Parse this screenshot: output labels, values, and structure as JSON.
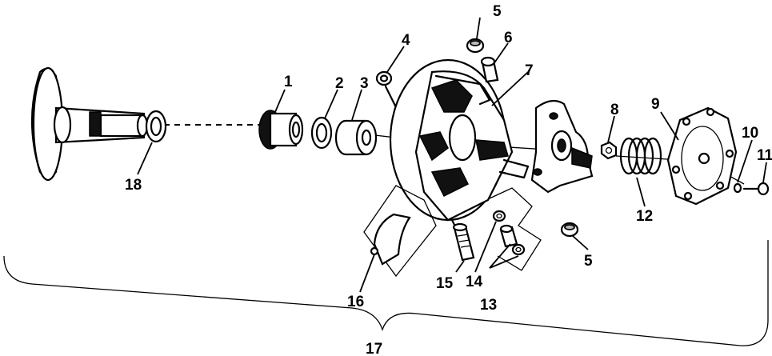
{
  "diagram": {
    "labels": {
      "l1": "1",
      "l2": "2",
      "l3": "3",
      "l4": "4",
      "l5a": "5",
      "l5b": "5",
      "l6": "6",
      "l7": "7",
      "l8": "8",
      "l9": "9",
      "l10": "10",
      "l11": "11",
      "l12": "12",
      "l13": "13",
      "l14": "14",
      "l15": "15",
      "l16": "16",
      "l17": "17",
      "l18": "18"
    }
  }
}
